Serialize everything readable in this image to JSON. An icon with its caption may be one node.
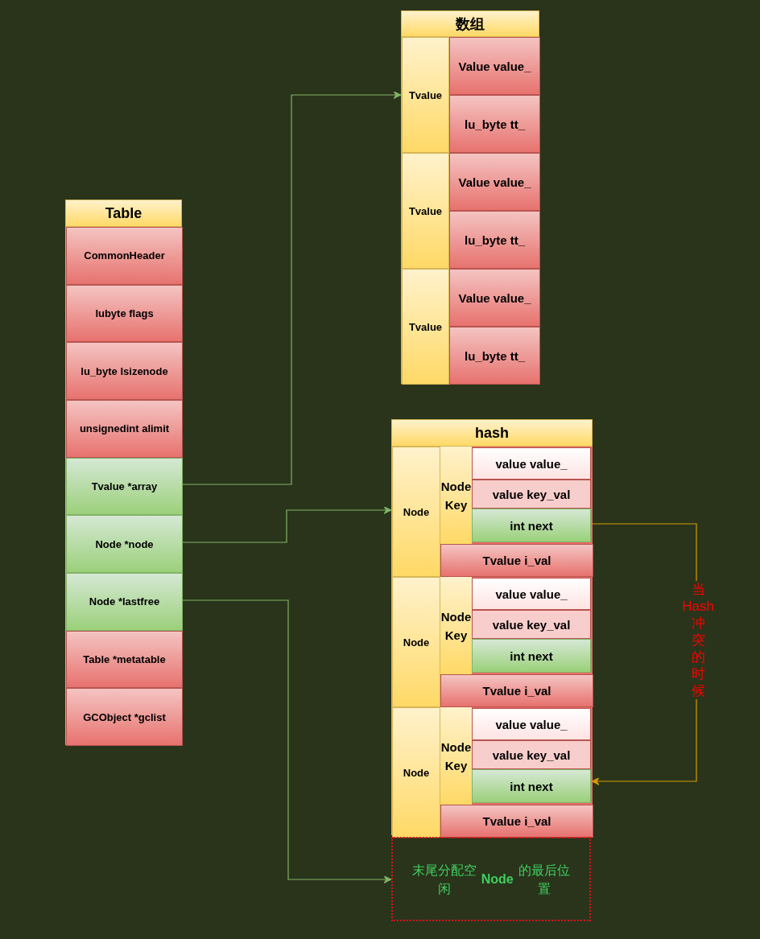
{
  "diagram": {
    "nodes": [
      {
        "text": [
          "Table"
        ]
      },
      {
        "text": [
          "CommonHeader"
        ],
        "in": 0
      },
      {
        "text": [
          "lubyte flags"
        ],
        "in": 0
      },
      {
        "text": [
          "lu_byte lsizenode"
        ],
        "in": 0
      },
      {
        "text": [
          "unsignedint alimit"
        ],
        "in": 0
      },
      {
        "text": [
          "Tvalue *array"
        ],
        "in": 0
      },
      {
        "text": [
          "Node *node"
        ],
        "in": 0
      },
      {
        "text": [
          "Node *lastfree"
        ],
        "in": 0
      },
      {
        "text": [
          "Table *metatable"
        ],
        "in": 0
      },
      {
        "text": [
          "GCObject *gclist"
        ],
        "in": 0
      },
      {
        "text": [
          "数组"
        ]
      },
      {
        "text": [
          "Tvalue"
        ],
        "in": 10
      },
      {
        "text": [
          "Value value_"
        ],
        "in": 10
      },
      {
        "text": [
          "lu_byte tt_"
        ],
        "in": 10
      },
      {
        "text": [
          "Tvalue"
        ],
        "in": 10
      },
      {
        "text": [
          "Value value_"
        ],
        "in": 10
      },
      {
        "text": [
          "lu_byte tt_"
        ],
        "in": 10
      },
      {
        "text": [
          "Tvalue"
        ],
        "in": 10
      },
      {
        "text": [
          "Value value_"
        ],
        "in": 10
      },
      {
        "text": [
          "lu_byte tt_"
        ],
        "in": 10
      },
      {
        "text": [
          "hash"
        ]
      },
      {
        "text": [
          "Node"
        ],
        "in": 20
      },
      {
        "text": [
          "Node Key"
        ],
        "in": 20
      },
      {
        "text": [
          "value value_"
        ],
        "in": 22
      },
      {
        "text": [
          "value key_val"
        ],
        "in": 22
      },
      {
        "text": [
          "int next"
        ],
        "in": 22
      },
      {
        "text": [
          "Tvalue i_val"
        ],
        "in": 20
      },
      {
        "text": [
          "Node"
        ],
        "in": 20
      },
      {
        "text": [
          "Node Key"
        ],
        "in": 20
      },
      {
        "text": [
          "value value_"
        ],
        "in": 28
      },
      {
        "text": [
          "value key_val"
        ],
        "in": 28
      },
      {
        "text": [
          "int next"
        ],
        "in": 28
      },
      {
        "text": [
          "Tvalue i_val"
        ],
        "in": 20
      },
      {
        "text": [
          "Node"
        ],
        "in": 20
      },
      {
        "text": [
          "Node Key"
        ],
        "in": 20
      },
      {
        "text": [
          "value value_"
        ],
        "in": 34
      },
      {
        "text": [
          "value key_val"
        ],
        "in": 34
      },
      {
        "text": [
          "int next"
        ],
        "in": 34
      },
      {
        "text": [
          "Tvalue i_val"
        ],
        "in": 20
      },
      {
        "text": [
          "末尾分配空闲**Node**的最后位置"
        ]
      }
    ],
    "edges": [
      {
        "from": 5,
        "to": 11,
        "arrow": "to"
      },
      {
        "from": 6,
        "to": 21,
        "arrow": "to"
      },
      {
        "from": 7,
        "to": 39,
        "arrow": "to"
      },
      {
        "from": 25,
        "to": 37,
        "arrow": "to",
        "label": "当Hash冲突的时候",
        "color": "#d79b00"
      }
    ]
  }
}
